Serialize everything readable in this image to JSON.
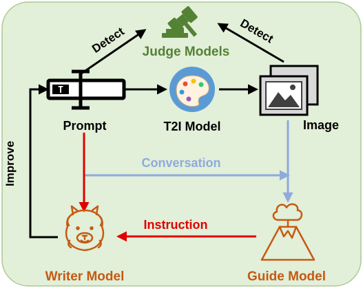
{
  "diagram": {
    "nodes": {
      "judge": {
        "label": "Judge Models",
        "icon": "gavel-icon",
        "color": "#548235"
      },
      "prompt": {
        "label": "Prompt",
        "icon": "text-cursor-icon",
        "color": "#000000"
      },
      "t2i": {
        "label": "T2I Model",
        "icon": "palette-icon",
        "color": "#000000"
      },
      "image": {
        "label": "Image",
        "icon": "image-stack-icon",
        "color": "#000000"
      },
      "writer": {
        "label": "Writer Model",
        "icon": "llama-icon",
        "color": "#c55a11"
      },
      "guide": {
        "label": "Guide Model",
        "icon": "volcano-icon",
        "color": "#c55a11"
      }
    },
    "edges": {
      "detect_left": {
        "label": "Detect",
        "color": "#000000"
      },
      "detect_right": {
        "label": "Detect",
        "color": "#000000"
      },
      "conversation": {
        "label": "Conversation",
        "color": "#8faadc"
      },
      "instruction": {
        "label": "Instruction",
        "color": "#e00000"
      },
      "improve": {
        "label": "Improve",
        "color": "#000000"
      }
    },
    "background_color": "#e2efd9"
  }
}
